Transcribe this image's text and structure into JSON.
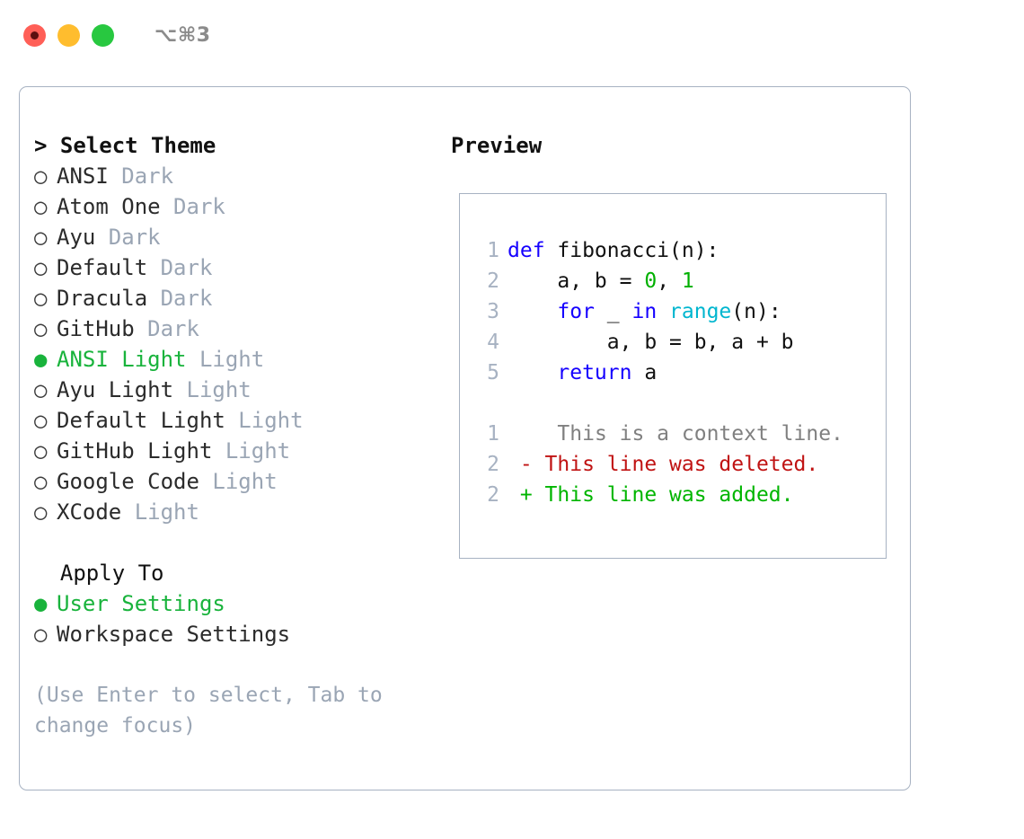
{
  "titlebar": {
    "shortcut": "⌥⌘3",
    "lights": [
      "close-red",
      "minimize-yellow",
      "zoom-green"
    ]
  },
  "left_pane": {
    "heading": "> Select Theme",
    "themes": [
      {
        "bullet": "○",
        "name": "ANSI",
        "mode": "Dark",
        "selected": false
      },
      {
        "bullet": "○",
        "name": "Atom One",
        "mode": "Dark",
        "selected": false
      },
      {
        "bullet": "○",
        "name": "Ayu",
        "mode": "Dark",
        "selected": false
      },
      {
        "bullet": "○",
        "name": "Default",
        "mode": "Dark",
        "selected": false
      },
      {
        "bullet": "○",
        "name": "Dracula",
        "mode": "Dark",
        "selected": false
      },
      {
        "bullet": "○",
        "name": "GitHub",
        "mode": "Dark",
        "selected": false
      },
      {
        "bullet": "●",
        "name": "ANSI Light",
        "mode": "Light",
        "selected": true
      },
      {
        "bullet": "○",
        "name": "Ayu Light",
        "mode": "Light",
        "selected": false
      },
      {
        "bullet": "○",
        "name": "Default Light",
        "mode": "Light",
        "selected": false
      },
      {
        "bullet": "○",
        "name": "GitHub Light",
        "mode": "Light",
        "selected": false
      },
      {
        "bullet": "○",
        "name": "Google Code",
        "mode": "Light",
        "selected": false
      },
      {
        "bullet": "○",
        "name": "XCode",
        "mode": "Light",
        "selected": false
      }
    ],
    "apply_to": {
      "heading": "  Apply To",
      "options": [
        {
          "bullet": "●",
          "name": "User Settings",
          "selected": true
        },
        {
          "bullet": "○",
          "name": "Workspace Settings",
          "selected": false
        }
      ]
    },
    "hint": "(Use Enter to select, Tab to change focus)"
  },
  "right_pane": {
    "title": "Preview",
    "code_lines": [
      {
        "num": "1",
        "segments": [
          {
            "t": "def",
            "c": "kw"
          },
          {
            "t": " fibonacci(n):",
            "c": "plain"
          }
        ]
      },
      {
        "num": "2",
        "segments": [
          {
            "t": "    a, b = ",
            "c": "plain"
          },
          {
            "t": "0",
            "c": "num"
          },
          {
            "t": ", ",
            "c": "plain"
          },
          {
            "t": "1",
            "c": "num"
          }
        ]
      },
      {
        "num": "3",
        "segments": [
          {
            "t": "    ",
            "c": "plain"
          },
          {
            "t": "for",
            "c": "kw"
          },
          {
            "t": " _ ",
            "c": "plain"
          },
          {
            "t": "in",
            "c": "kw"
          },
          {
            "t": " ",
            "c": "plain"
          },
          {
            "t": "range",
            "c": "fn"
          },
          {
            "t": "(n):",
            "c": "plain"
          }
        ]
      },
      {
        "num": "4",
        "segments": [
          {
            "t": "        a, b = b, a + b",
            "c": "plain"
          }
        ]
      },
      {
        "num": "5",
        "segments": [
          {
            "t": "    ",
            "c": "plain"
          },
          {
            "t": "return",
            "c": "kw"
          },
          {
            "t": " a",
            "c": "plain"
          }
        ]
      }
    ],
    "diff_lines": [
      {
        "num": "1",
        "marker": " ",
        "text": "  This is a context line.",
        "kind": "ctx"
      },
      {
        "num": "2",
        "marker": "-",
        "text": " This line was deleted.",
        "kind": "del"
      },
      {
        "num": "2",
        "marker": "+",
        "text": " This line was added.",
        "kind": "add"
      }
    ]
  },
  "colors": {
    "accent_green": "#19b33c",
    "muted_gray": "#9aa5b4",
    "border": "#a7b2c2",
    "keyword_blue": "#1500ff",
    "number_green": "#00b000",
    "function_cyan": "#00b6cf",
    "diff_delete_red": "#c01313",
    "diff_add_green": "#00b500",
    "traffic_red": "#ff5f57",
    "traffic_yellow": "#ffbd2e",
    "traffic_green": "#28c840"
  }
}
